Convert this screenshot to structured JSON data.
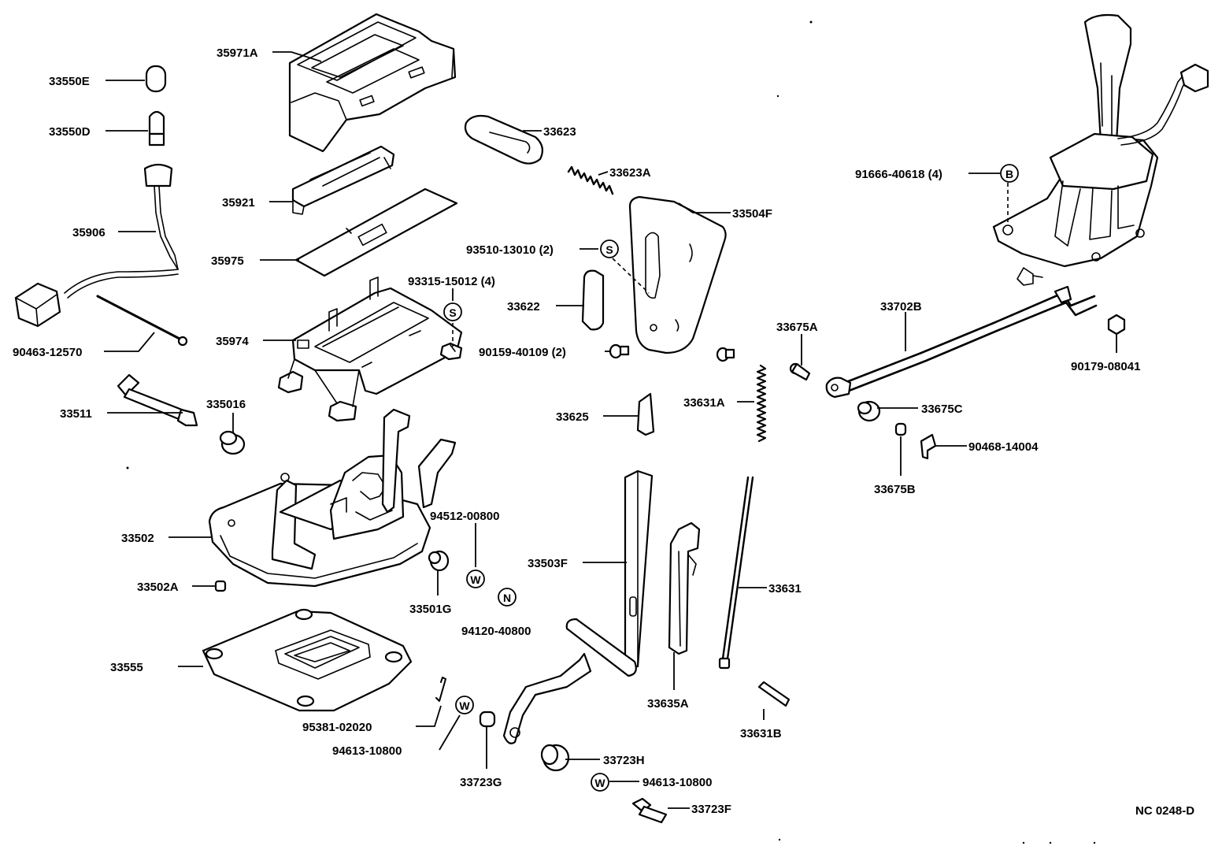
{
  "diagram_ref": "NC 0248-D",
  "parts": [
    {
      "id": "p01",
      "label": "35971A"
    },
    {
      "id": "p02",
      "label": "33550E"
    },
    {
      "id": "p03",
      "label": "33550D"
    },
    {
      "id": "p04",
      "label": "33623"
    },
    {
      "id": "p05",
      "label": "33623A"
    },
    {
      "id": "p06",
      "label": "35921"
    },
    {
      "id": "p07",
      "label": "33504F"
    },
    {
      "id": "p08",
      "label": "35906"
    },
    {
      "id": "p09",
      "label": "35975"
    },
    {
      "id": "p10",
      "label": "93510-13010 (2)"
    },
    {
      "id": "p11",
      "label": "93315-15012 (4)"
    },
    {
      "id": "p12",
      "label": "33622"
    },
    {
      "id": "p13",
      "label": "35974"
    },
    {
      "id": "p14",
      "label": "90159-40109 (2)"
    },
    {
      "id": "p15",
      "label": "90463-12570"
    },
    {
      "id": "p16",
      "label": "33511"
    },
    {
      "id": "p17",
      "label": "335016"
    },
    {
      "id": "p18",
      "label": "33625"
    },
    {
      "id": "p19",
      "label": "33631A"
    },
    {
      "id": "p20",
      "label": "33675A"
    },
    {
      "id": "p21",
      "label": "33702B"
    },
    {
      "id": "p22",
      "label": "91666-40618 (4)"
    },
    {
      "id": "p23",
      "label": "90179-08041"
    },
    {
      "id": "p24",
      "label": "33675C"
    },
    {
      "id": "p25",
      "label": "90468-14004"
    },
    {
      "id": "p26",
      "label": "33675B"
    },
    {
      "id": "p27",
      "label": "94512-00800"
    },
    {
      "id": "p28",
      "label": "33502"
    },
    {
      "id": "p29",
      "label": "33503F"
    },
    {
      "id": "p30",
      "label": "33631"
    },
    {
      "id": "p31",
      "label": "33502A"
    },
    {
      "id": "p32",
      "label": "33501G"
    },
    {
      "id": "p33",
      "label": "94120-40800"
    },
    {
      "id": "p34",
      "label": "33555"
    },
    {
      "id": "p35",
      "label": "33635A"
    },
    {
      "id": "p36",
      "label": "95381-02020"
    },
    {
      "id": "p37",
      "label": "94613-10800"
    },
    {
      "id": "p38",
      "label": "33631B"
    },
    {
      "id": "p39",
      "label": "33723G"
    },
    {
      "id": "p40",
      "label": "33723H"
    },
    {
      "id": "p41",
      "label": "94613-10800"
    },
    {
      "id": "p42",
      "label": "33723F"
    }
  ],
  "symbols": {
    "b": "B",
    "s": "S",
    "w": "W",
    "n": "N"
  }
}
